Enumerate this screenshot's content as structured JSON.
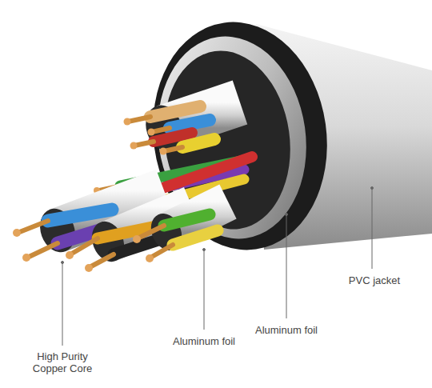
{
  "diagram": {
    "labels": [
      "PVC jacket",
      "Aluminum foil",
      "Aluminum foil",
      "High Purity Copper Core"
    ]
  }
}
